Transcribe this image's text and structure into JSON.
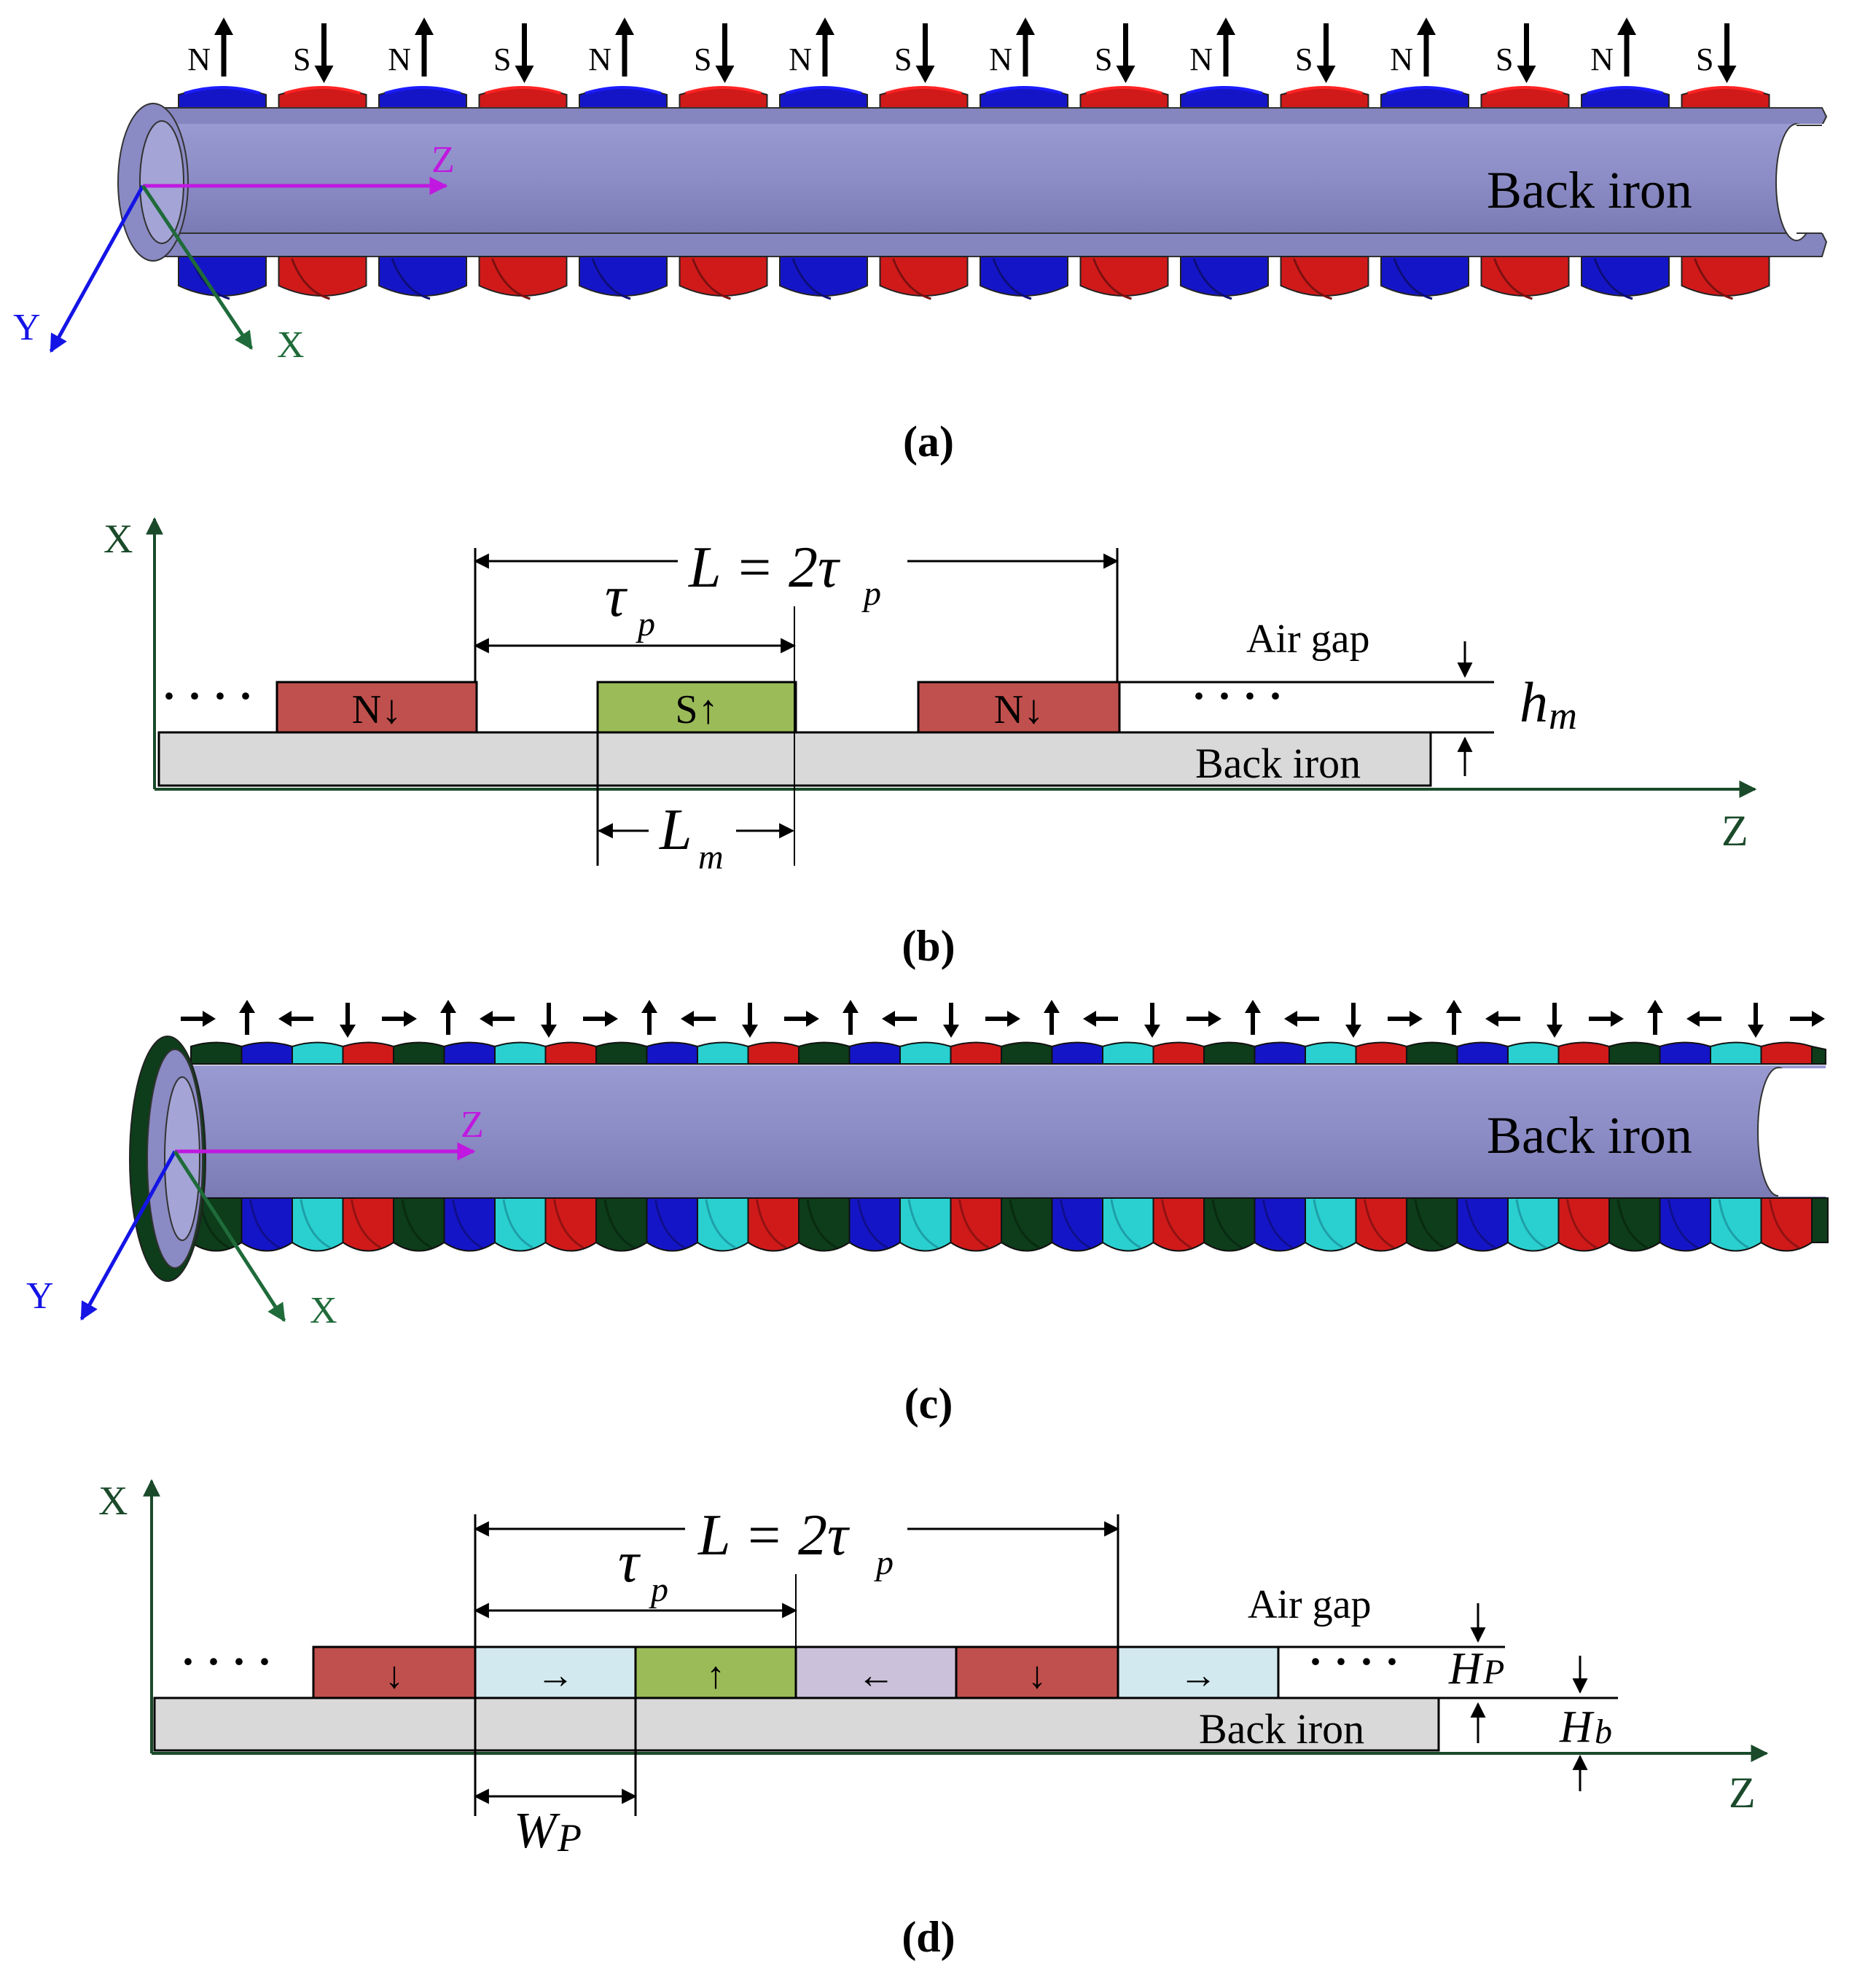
{
  "panel_a": {
    "caption": "(a)",
    "poles": [
      "N",
      "S",
      "N",
      "S",
      "N",
      "S",
      "N",
      "S",
      "N",
      "S",
      "N",
      "S",
      "N",
      "S",
      "N",
      "S"
    ],
    "magnet_colors": {
      "N": "#1515c8",
      "S": "#d01a1a"
    },
    "tube_color": "#8a8ac4",
    "back_iron_label": "Back iron",
    "axes": {
      "z": "Z",
      "y": "Y",
      "x": "X"
    }
  },
  "panel_b": {
    "caption": "(b)",
    "axis_x": "X",
    "axis_z": "Z",
    "period_label": "L = 2τ",
    "period_sub": "p",
    "pole_pitch_label": "τ",
    "pole_pitch_sub": "p",
    "magnet_length_label": "L",
    "magnet_length_sub": "m",
    "air_gap_label": "Air gap",
    "magnet_height_label": "h",
    "magnet_height_sub": "m",
    "back_iron_label": "Back iron",
    "dots": "· · · ·",
    "magnets": [
      {
        "label": "N↓",
        "color": "#c0504d"
      },
      {
        "label": "S↑",
        "color": "#9bbb59"
      },
      {
        "label": "N↓",
        "color": "#c0504d"
      }
    ]
  },
  "panel_c": {
    "caption": "(c)",
    "magnetization_arrows": [
      "→",
      "↑",
      "←",
      "↓",
      "→",
      "↑",
      "←",
      "↓",
      "→",
      "↑",
      "←",
      "↓",
      "→",
      "↑",
      "←",
      "↓",
      "→",
      "↑",
      "←",
      "↓",
      "→",
      "↑",
      "←",
      "↓",
      "→",
      "↑",
      "←",
      "↓",
      "→",
      "↑",
      "←",
      "↓",
      "→"
    ],
    "segment_colors": [
      "#0d3d1a",
      "#1515c8",
      "#2ad0d0",
      "#d01a1a"
    ],
    "tube_color": "#8a8ac4",
    "back_iron_label": "Back iron",
    "axes": {
      "z": "Z",
      "y": "Y",
      "x": "X"
    }
  },
  "panel_d": {
    "caption": "(d)",
    "axis_x": "X",
    "axis_z": "Z",
    "period_label": "L = 2τ",
    "period_sub": "p",
    "pole_pitch_label": "τ",
    "pole_pitch_sub": "p",
    "air_gap_label": "Air gap",
    "width_label": "W",
    "width_sub": "P",
    "pm_height_label": "H",
    "pm_height_sub": "P",
    "iron_height_label": "H",
    "iron_height_sub": "b",
    "back_iron_label": "Back iron",
    "dots": "· · · ·",
    "segments": [
      {
        "arrow": "↓",
        "color": "#c0504d"
      },
      {
        "arrow": "→",
        "color": "#d2e9ef"
      },
      {
        "arrow": "↑",
        "color": "#9bbb59"
      },
      {
        "arrow": "←",
        "color": "#ccc1da"
      },
      {
        "arrow": "↓",
        "color": "#c0504d"
      },
      {
        "arrow": "→",
        "color": "#d2e9ef"
      }
    ]
  }
}
